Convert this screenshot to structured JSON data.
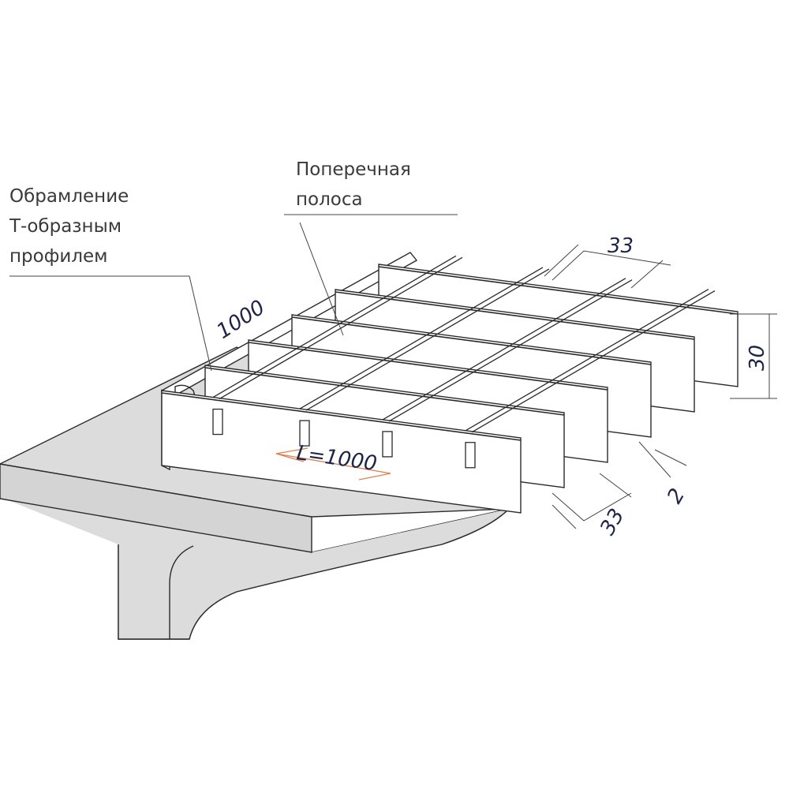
{
  "labels": {
    "frame": [
      "Обрамление",
      "Т-образным",
      "профилем"
    ],
    "cross_bar": [
      "Поперечная",
      "полоса"
    ]
  },
  "dimensions": {
    "length_top": "1000",
    "pitch_top": "33",
    "height": "30",
    "length_front": "L=1000",
    "thickness": "2",
    "pitch_bottom": "33"
  },
  "colors": {
    "beam": "#dcdcdc",
    "grating": "#ffffff",
    "arrow": "#e08050",
    "dim_text": "#1e2448"
  }
}
